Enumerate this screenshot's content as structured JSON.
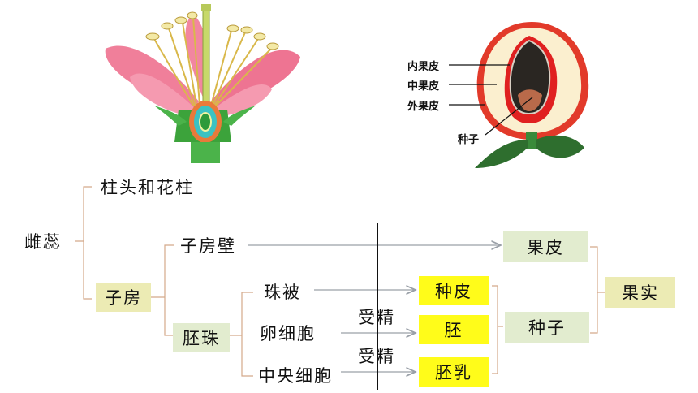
{
  "flower": {},
  "fruit": {
    "labels": {
      "endocarp": "内果皮",
      "mesocarp": "中果皮",
      "exocarp": "外果皮",
      "seed": "种子"
    }
  },
  "tree": {
    "pistil": "雌蕊",
    "stigma_style": "柱头和花柱",
    "ovary": "子房",
    "ovary_wall": "子房壁",
    "ovule": "胚珠",
    "integument": "珠被",
    "egg_cell": "卵细胞",
    "central_cell": "中央细胞",
    "fertilization_1": "受精",
    "fertilization_2": "受精",
    "seed_coat": "种皮",
    "embryo": "胚",
    "endosperm": "胚乳",
    "pericarp": "果皮",
    "seed": "种子",
    "fruit": "果实"
  },
  "colors": {
    "line": "#d4a98a",
    "box_green": "#e2eccf",
    "box_yellow": "#fffc1a",
    "box_cream": "#ecebb4"
  }
}
